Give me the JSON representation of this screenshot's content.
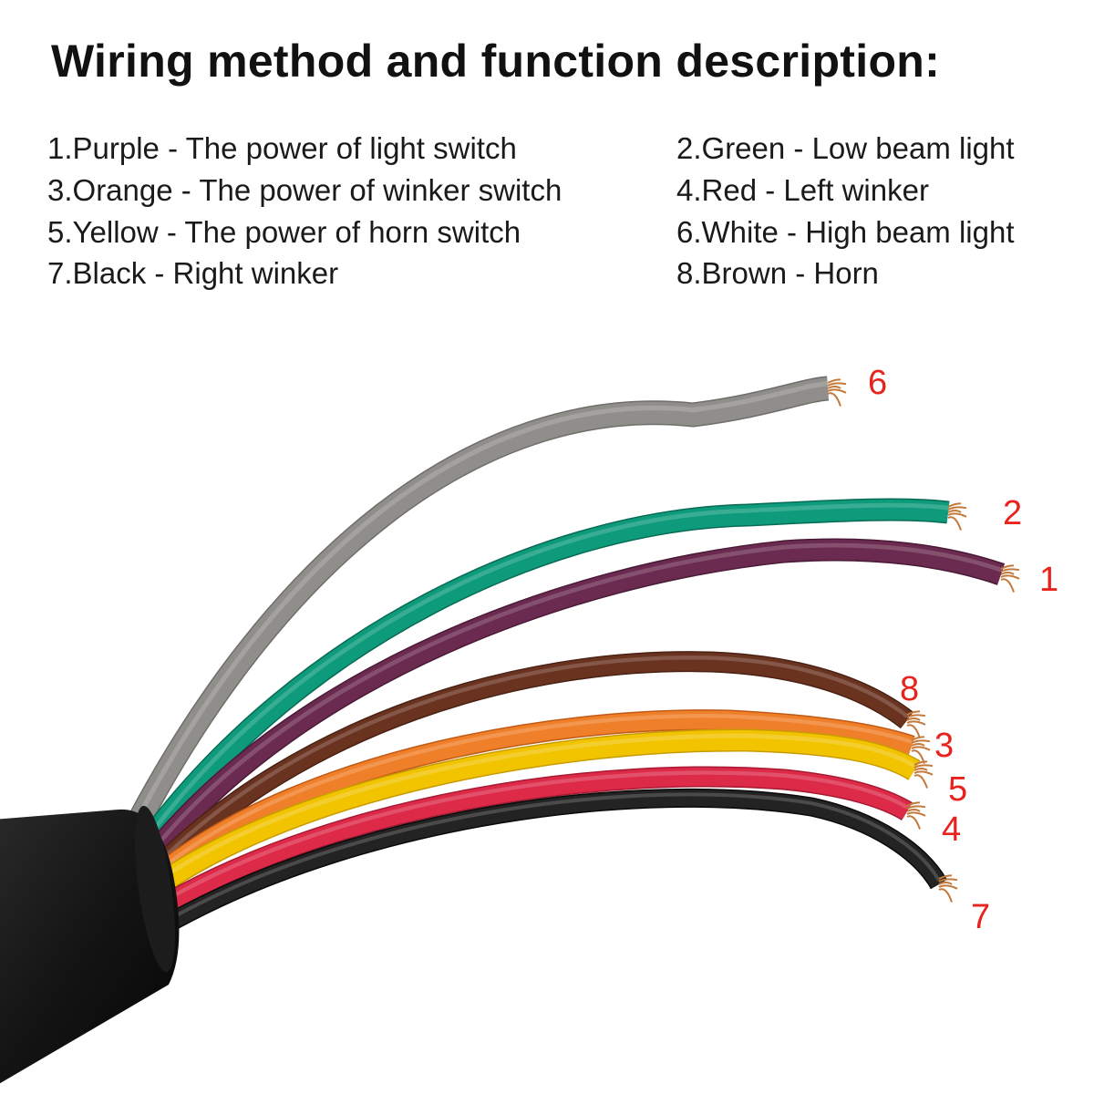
{
  "title": "Wiring method and function description:",
  "descriptions": [
    "1.Purple - The power of light switch",
    "2.Green - Low beam light",
    "3.Orange - The power of winker switch",
    "4.Red - Left winker",
    "5.Yellow - The power of horn switch",
    "6.White - High beam light",
    "7.Black - Right winker",
    "8.Brown - Horn"
  ],
  "wires": [
    {
      "label": "6",
      "color": "#8f8e8a",
      "shadow": "#6f6e6a"
    },
    {
      "label": "2",
      "color": "#0e9b7b",
      "shadow": "#086b55"
    },
    {
      "label": "1",
      "color": "#6b2a4f",
      "shadow": "#4a1a36"
    },
    {
      "label": "8",
      "color": "#6a3320",
      "shadow": "#4a2214"
    },
    {
      "label": "3",
      "color": "#f07f2a",
      "shadow": "#c05a15"
    },
    {
      "label": "5",
      "color": "#f2c400",
      "shadow": "#c89c00"
    },
    {
      "label": "4",
      "color": "#dc2a48",
      "shadow": "#a81a33"
    },
    {
      "label": "7",
      "color": "#232323",
      "shadow": "#0a0a0a"
    }
  ],
  "cable_color": "#141414",
  "copper_color": "#c47a3d",
  "label_color": "#e8231d"
}
